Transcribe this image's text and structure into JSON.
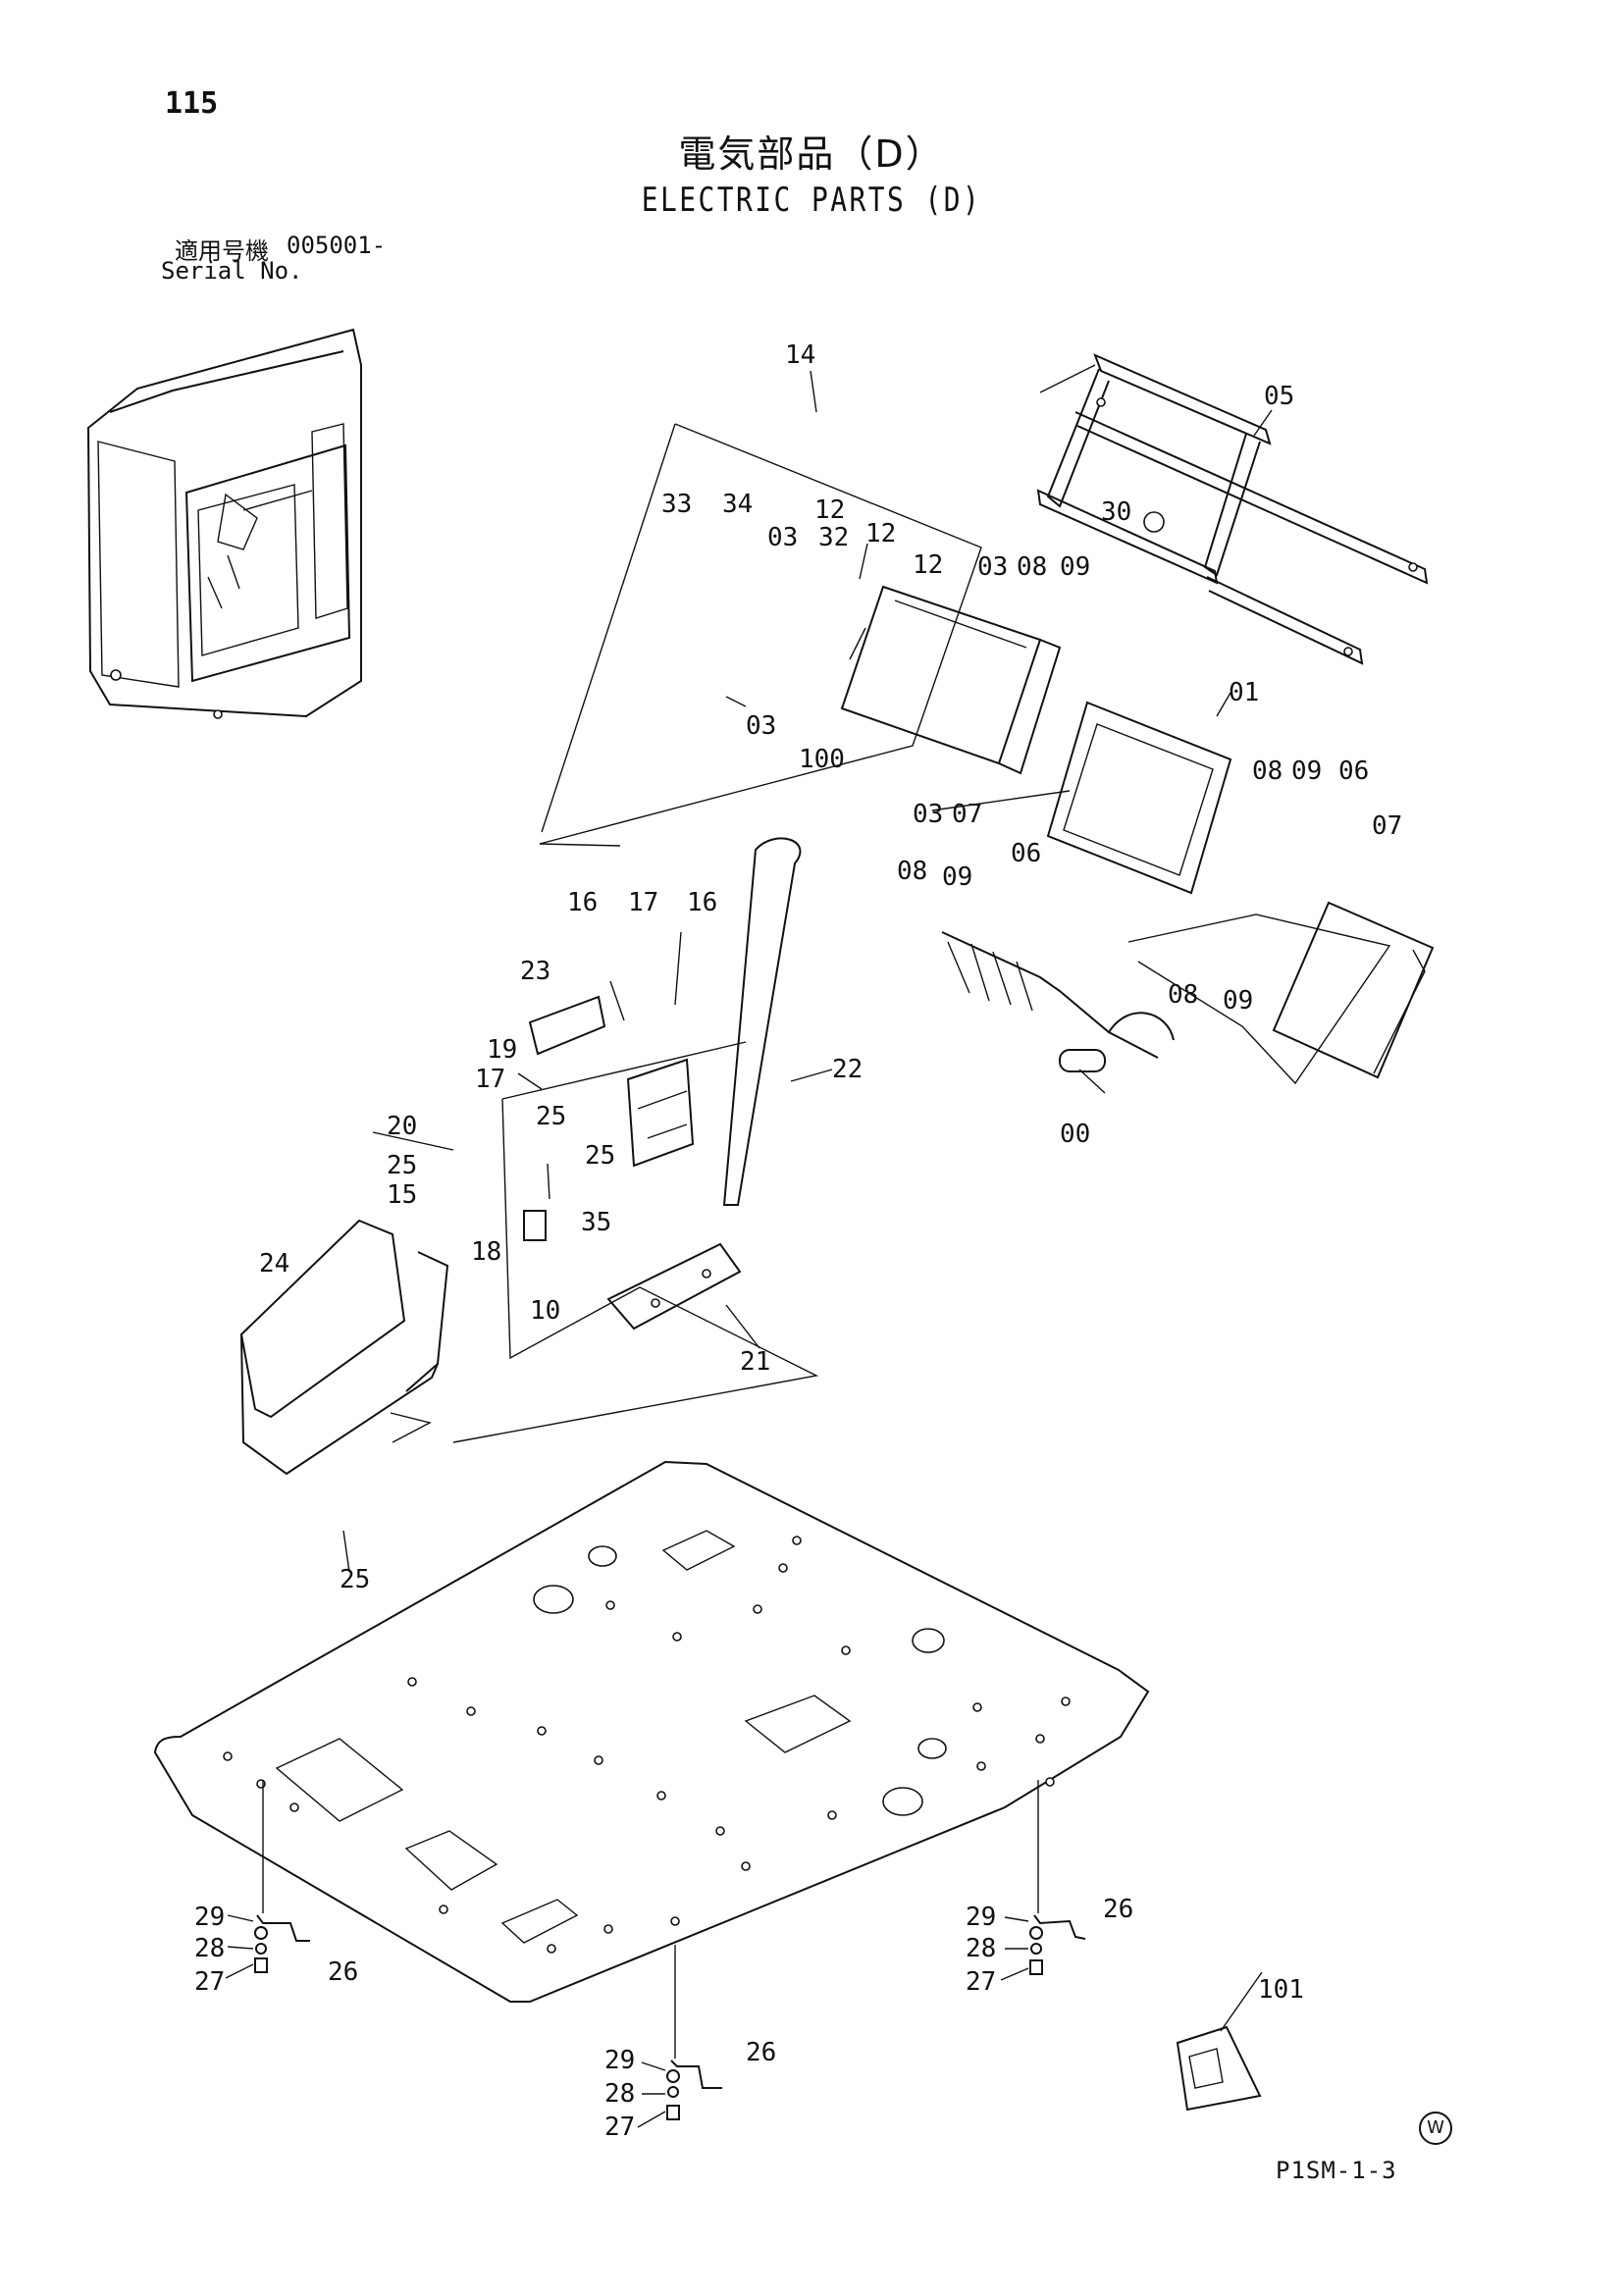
{
  "page_number": "115",
  "title_jp": "電気部品（D）",
  "title_en": "ELECTRIC PARTS (D)",
  "serial_label_jp": "適用号機",
  "serial_value": "005001-",
  "serial_label_en": "Serial No.",
  "page_code": "P1SM-1-3",
  "w_mark": "W",
  "callouts": {
    "c14": "14",
    "c05": "05",
    "c33": "33",
    "c34": "34",
    "c03a": "03",
    "c32": "32",
    "c12a": "12",
    "c12b": "12",
    "c12c": "12",
    "c30": "30",
    "c03b": "03",
    "c08a": "08",
    "c09a": "09",
    "c03c": "03",
    "c100": "100",
    "c01": "01",
    "c08b": "08",
    "c09b": "09",
    "c06a": "06",
    "c07a": "07",
    "c03d": "03",
    "c07b": "07",
    "c06b": "06",
    "c08c": "08",
    "c09c": "09",
    "c08d": "08",
    "c09d": "09",
    "c16a": "16",
    "c17a": "17",
    "c16b": "16",
    "c23": "23",
    "c19": "19",
    "c17b": "17",
    "c22": "22",
    "c25a": "25",
    "c25b": "25",
    "c20": "20",
    "c25c": "25",
    "c15": "15",
    "c35": "35",
    "c18": "18",
    "c10": "10",
    "c24": "24",
    "c21": "21",
    "c00": "00",
    "c25d": "25",
    "c29a": "29",
    "c28a": "28",
    "c27a": "27",
    "c26a": "26",
    "c29b": "29",
    "c28b": "28",
    "c27b": "27",
    "c26b": "26",
    "c29c": "29",
    "c28c": "28",
    "c27c": "27",
    "c26c": "26",
    "c101": "101"
  }
}
